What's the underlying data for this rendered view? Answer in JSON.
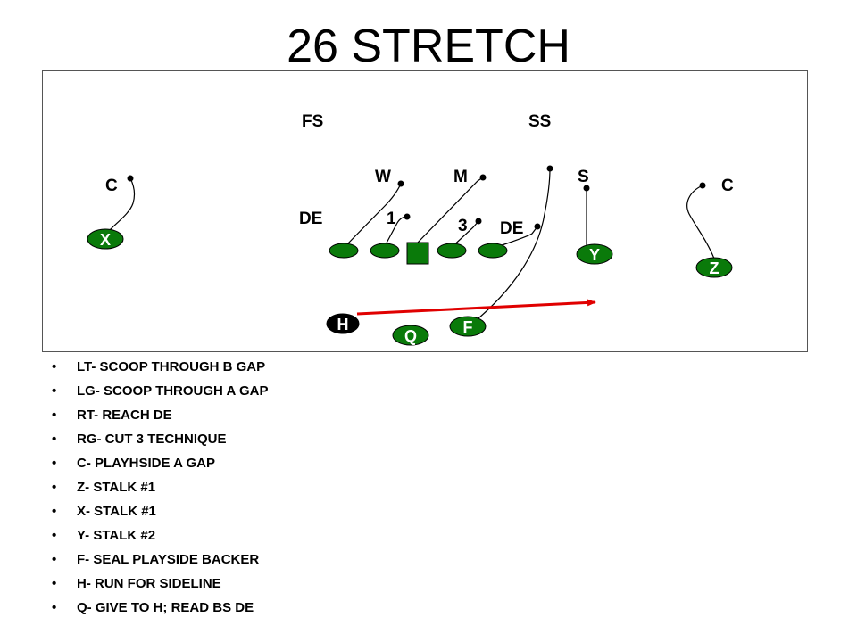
{
  "title": "26 STRETCH",
  "defense": {
    "FS": "FS",
    "SS": "SS",
    "W": "W",
    "M": "M",
    "S": "S",
    "C_left": "C",
    "C_right": "C",
    "DE_left": "DE",
    "DE_right": "DE",
    "tech_1": "1",
    "tech_3": "3"
  },
  "offense": {
    "X": "X",
    "Y": "Y",
    "Z": "Z",
    "H": "H",
    "Q": "Q",
    "F": "F"
  },
  "colors": {
    "offense_fill": "#0a7a0a",
    "motion_arrow": "#e00000",
    "h_fill": "#000000"
  },
  "assignments": [
    "LT- SCOOP THROUGH B GAP",
    "LG- SCOOP THROUGH A GAP",
    "RT- REACH DE",
    "RG- CUT 3 TECHNIQUE",
    "C- PLAYHSIDE A GAP",
    "Z- STALK #1",
    "X- STALK #1",
    "Y- STALK #2",
    "F- SEAL PLAYSIDE BACKER",
    "H- RUN FOR SIDELINE",
    "Q- GIVE TO H; READ BS DE"
  ]
}
